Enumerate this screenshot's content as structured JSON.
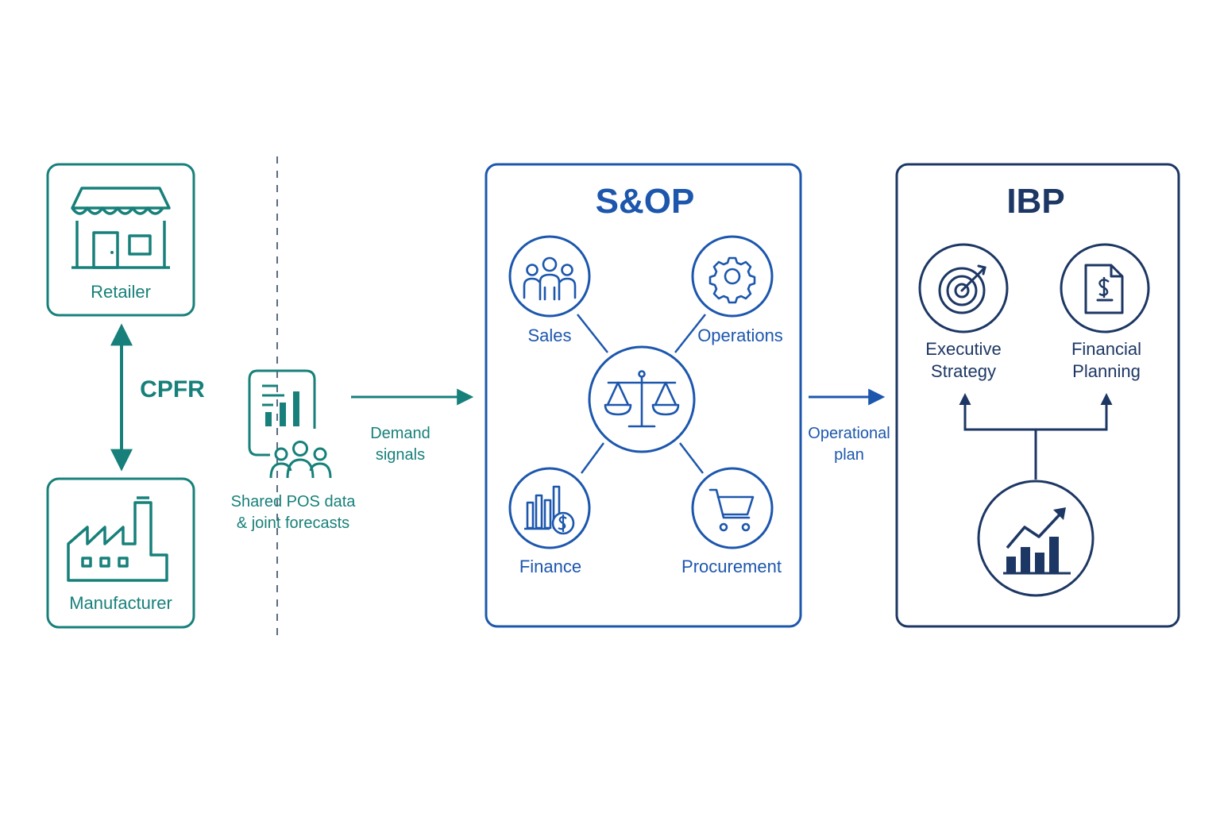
{
  "cpfr": {
    "retailer_label": "Retailer",
    "manufacturer_label": "Manufacturer",
    "link_label": "CPFR",
    "shared_label_line1": "Shared POS data",
    "shared_label_line2": "& joint forecasts"
  },
  "flow": {
    "demand_line1": "Demand",
    "demand_line2": "signals",
    "operational_line1": "Operational",
    "operational_line2": "plan"
  },
  "sop": {
    "title": "S&OP",
    "sales": "Sales",
    "operations": "Operations",
    "finance": "Finance",
    "procurement": "Procurement"
  },
  "ibp": {
    "title": "IBP",
    "exec_line1": "Executive",
    "exec_line2": "Strategy",
    "fin_line1": "Financial",
    "fin_line2": "Planning"
  },
  "colors": {
    "teal": "#17807a",
    "blue": "#1c57ad",
    "navy": "#1d3764"
  },
  "icons": {
    "retailer": "storefront-icon",
    "manufacturer": "factory-icon",
    "shared": "report-with-people-icon",
    "sales": "people-group-icon",
    "operations": "gear-icon",
    "balance": "scales-icon",
    "finance": "bar-chart-dollar-icon",
    "procurement": "shopping-cart-icon",
    "executive": "target-arrow-icon",
    "financial_planning": "dollar-document-icon",
    "growth": "growth-chart-icon"
  }
}
